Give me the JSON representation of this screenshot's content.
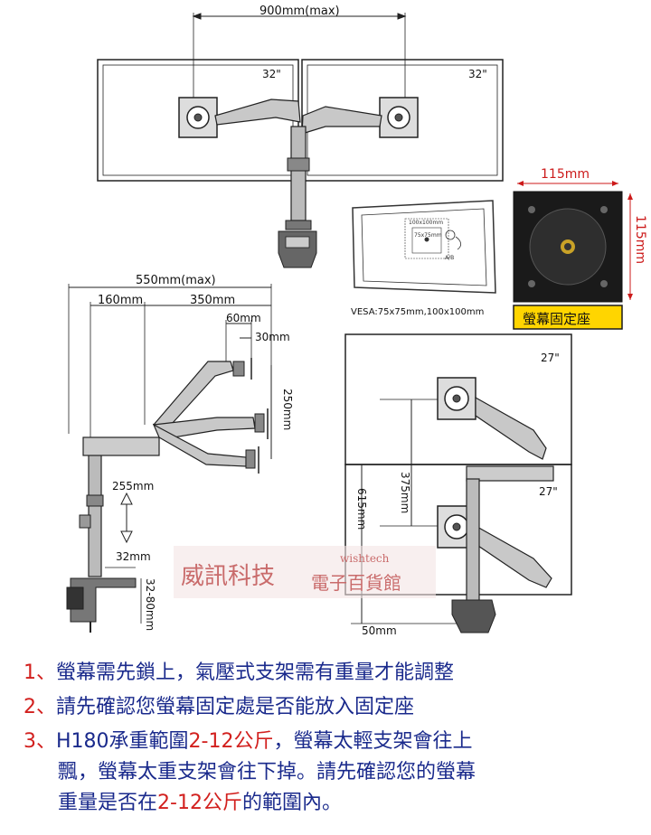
{
  "top_width": "900mm(max)",
  "monitor_size_32": "32\"",
  "monitor_size_27": "27\"",
  "plate_dim": "115mm",
  "plate_label": "螢幕固定座",
  "vesa_text": "VESA:75x75mm,100x100mm",
  "vesa_100": "100x100mm",
  "vesa_75": "75x75mm",
  "vesa_ab": "A/B",
  "side_total": "550mm(max)",
  "side_160": "160mm",
  "side_350": "350mm",
  "side_60": "60mm",
  "side_30": "30mm",
  "side_250": "250mm",
  "side_255": "255mm",
  "side_32": "32mm",
  "side_clamp": "32-80mm",
  "stack_375": "375mm",
  "stack_615": "615mm",
  "stack_50": "50mm",
  "watermark_cn": "威訊科技",
  "watermark_en": "wishtech",
  "watermark_cn2": "電子百貨館",
  "colors": {
    "note_blue": "#1a2a8c",
    "note_red": "#d2201e",
    "plate_label_bg": "#ffd500"
  },
  "notes": [
    {
      "num": "1、",
      "parts": [
        "螢幕需先鎖上，氣壓式支架需有重量才能調整"
      ]
    },
    {
      "num": "2、",
      "parts": [
        "請先確認您螢幕固定處是否能放入固定座"
      ]
    },
    {
      "num": "3、",
      "pre": "H180承重範圍",
      "red1": "2-12公斤",
      "post1": "，螢幕太輕支架會往上",
      "line2": "飄，螢幕太重支架會往下掉。請先確認您的螢幕",
      "line3_pre": "重量是否在",
      "red2": "2-12公斤",
      "line3_post": "的範圍內。"
    }
  ]
}
